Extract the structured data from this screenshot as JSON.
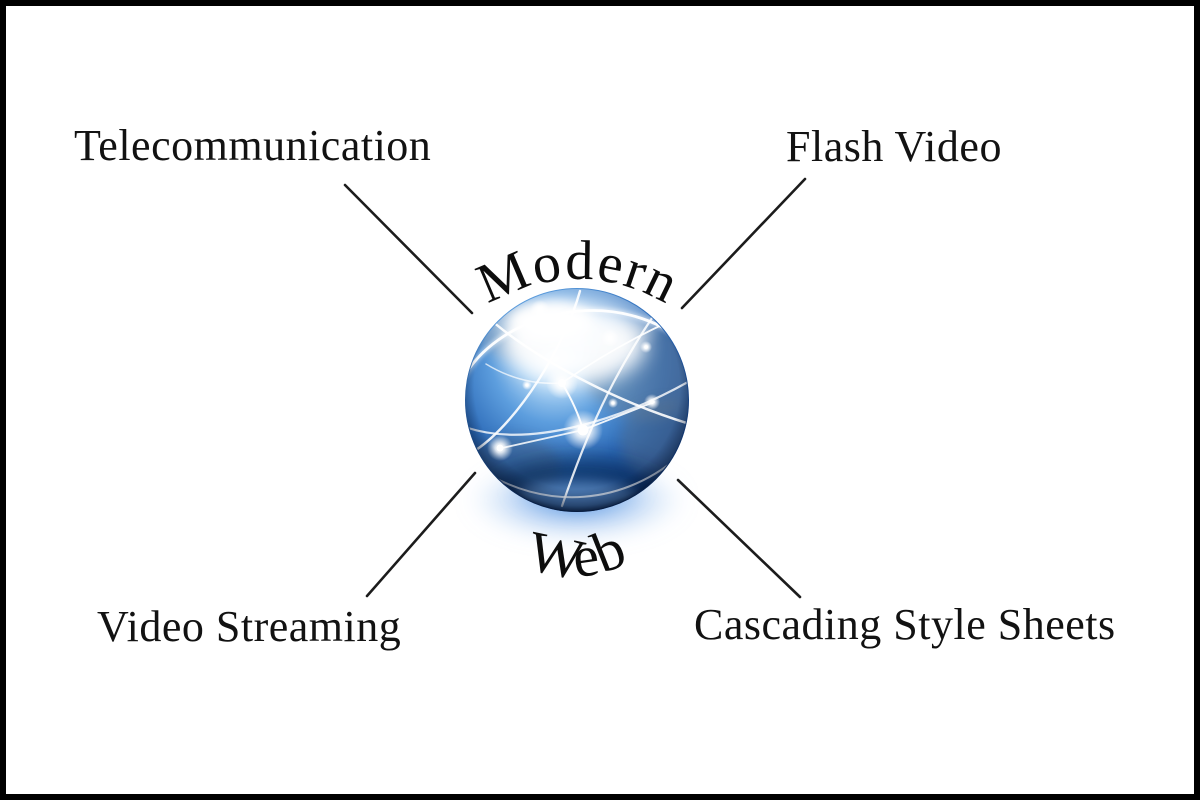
{
  "page": {
    "background": "#ffffff",
    "border_color": "#000000"
  },
  "diagram": {
    "type": "concept-map",
    "center": {
      "icon": "network-globe-icon",
      "top_label": "Modern",
      "bottom_label": "Web"
    },
    "nodes": [
      {
        "label": "Telecommunication",
        "position": "top-left"
      },
      {
        "label": "Flash Video",
        "position": "top-right"
      },
      {
        "label": "Video Streaming",
        "position": "bottom-left"
      },
      {
        "label": "Cascading Style Sheets",
        "position": "bottom-right"
      }
    ],
    "colors": {
      "label_text": "#121212",
      "connector_line": "#1c1c1c",
      "globe_primary_blue": "#2e6fbd",
      "globe_dark_navy": "#0a2a5c",
      "globe_glow_blue": "#86b4ec",
      "globe_highlight": "#ffffff"
    }
  }
}
